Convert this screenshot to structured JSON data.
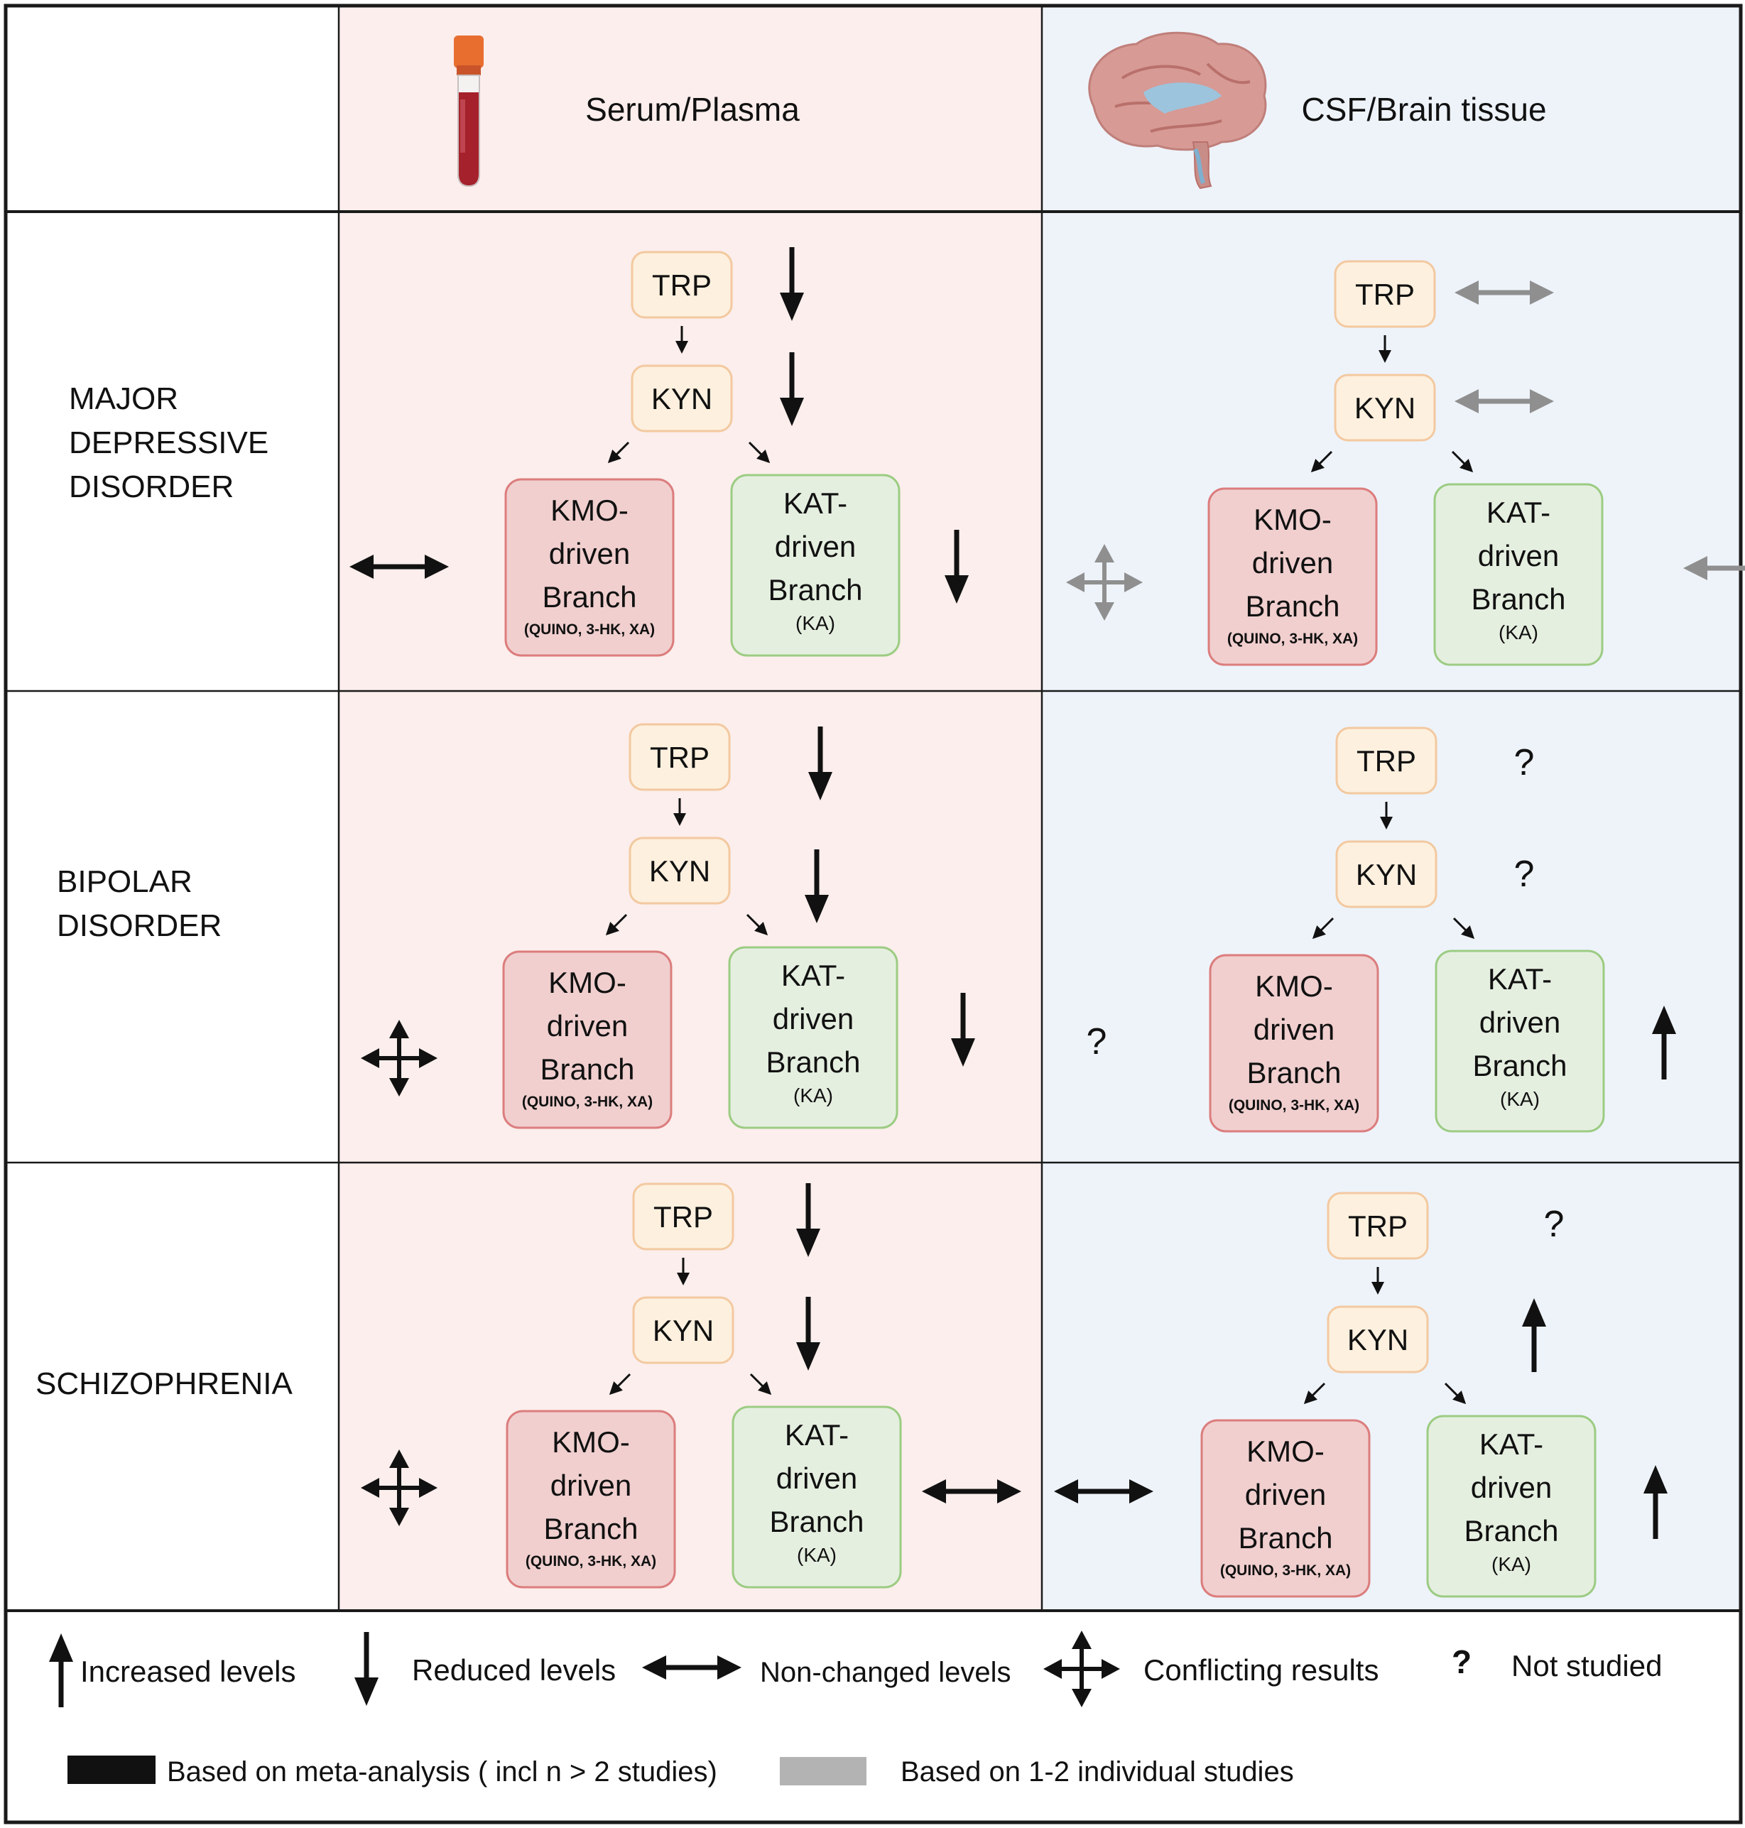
{
  "columns": {
    "serum": {
      "label": "Serum/Plasma",
      "icon": "blood-tube-icon"
    },
    "csf": {
      "label": "CSF/Brain tissue",
      "icon": "brain-icon"
    }
  },
  "rows": [
    {
      "label_lines": [
        "MAJOR",
        "DEPRESSIVE",
        "DISORDER"
      ]
    },
    {
      "label_lines": [
        "BIPOLAR",
        "DISORDER"
      ]
    },
    {
      "label_lines": [
        "SCHIZOPHRENIA"
      ]
    }
  ],
  "nodes": {
    "trp": "TRP",
    "kyn": "KYN",
    "kmo_lines": [
      "KMO-",
      "driven",
      "Branch"
    ],
    "kmo_sub": "(QUINO, 3-HK, XA)",
    "kat_lines": [
      "KAT-",
      "driven",
      "Branch"
    ],
    "kat_sub": "(KA)"
  },
  "legend": {
    "increased": "Increased levels",
    "reduced": "Reduced levels",
    "unchanged": "Non-changed levels",
    "conflicting": "Conflicting results",
    "not_studied": "Not studied",
    "not_studied_symbol": "?",
    "meta_analysis": "Based on meta-analysis ( incl n  > 2 studies)",
    "individual": "Based on 1-2 individual studies"
  },
  "colors": {
    "serum_bg": "#fbeeec",
    "csf_bg": "#eef3fa",
    "node_fill": "#fdf0de",
    "node_stroke": "#f3c9a0",
    "kmo_fill": "#f1cfcf",
    "kmo_stroke": "#dc7d7d",
    "kat_fill": "#e5efe0",
    "kat_stroke": "#9ccc83",
    "meta_analysis": "#111111",
    "individual_studies": "#b3b3b3"
  },
  "findings": [
    {
      "row": "MAJOR DEPRESSIVE DISORDER",
      "column": "Serum/Plasma",
      "TRP": "reduced",
      "KYN": "reduced",
      "KMO": "unchanged",
      "KAT": "reduced",
      "evidence": "meta-analysis"
    },
    {
      "row": "MAJOR DEPRESSIVE DISORDER",
      "column": "CSF/Brain tissue",
      "TRP": "unchanged",
      "KYN": "unchanged",
      "KMO": "conflicting",
      "KAT": "unchanged",
      "evidence": "individual studies"
    },
    {
      "row": "BIPOLAR DISORDER",
      "column": "Serum/Plasma",
      "TRP": "reduced",
      "KYN": "reduced",
      "KMO": "conflicting",
      "KAT": "reduced",
      "evidence": "meta-analysis"
    },
    {
      "row": "BIPOLAR DISORDER",
      "column": "CSF/Brain tissue",
      "TRP": "not studied",
      "KYN": "not studied",
      "KMO": "not studied",
      "KAT": "increased",
      "evidence": "meta-analysis"
    },
    {
      "row": "SCHIZOPHRENIA",
      "column": "Serum/Plasma",
      "TRP": "reduced",
      "KYN": "reduced",
      "KMO": "conflicting",
      "KAT": "unchanged",
      "evidence": "meta-analysis"
    },
    {
      "row": "SCHIZOPHRENIA",
      "column": "CSF/Brain tissue",
      "TRP": "not studied",
      "KYN": "increased",
      "KMO": "unchanged",
      "KAT": "increased",
      "evidence": "meta-analysis"
    }
  ]
}
